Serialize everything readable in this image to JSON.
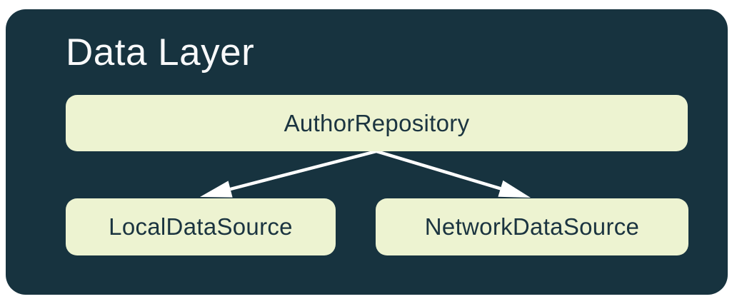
{
  "diagram": {
    "title": "Data Layer",
    "nodes": {
      "repository": {
        "label": "AuthorRepository"
      },
      "local": {
        "label": "LocalDataSource"
      },
      "network": {
        "label": "NetworkDataSource"
      }
    },
    "edges": [
      {
        "from": "AuthorRepository",
        "to": "LocalDataSource",
        "style": "arrow"
      },
      {
        "from": "AuthorRepository",
        "to": "NetworkDataSource",
        "style": "arrow"
      }
    ],
    "colors": {
      "canvas": "#ffffff",
      "container-bg": "#17333f",
      "node-bg": "#edf3d1",
      "node-text": "#1b3440",
      "title-text": "#f8f9fa",
      "arrow": "#ffffff"
    }
  }
}
